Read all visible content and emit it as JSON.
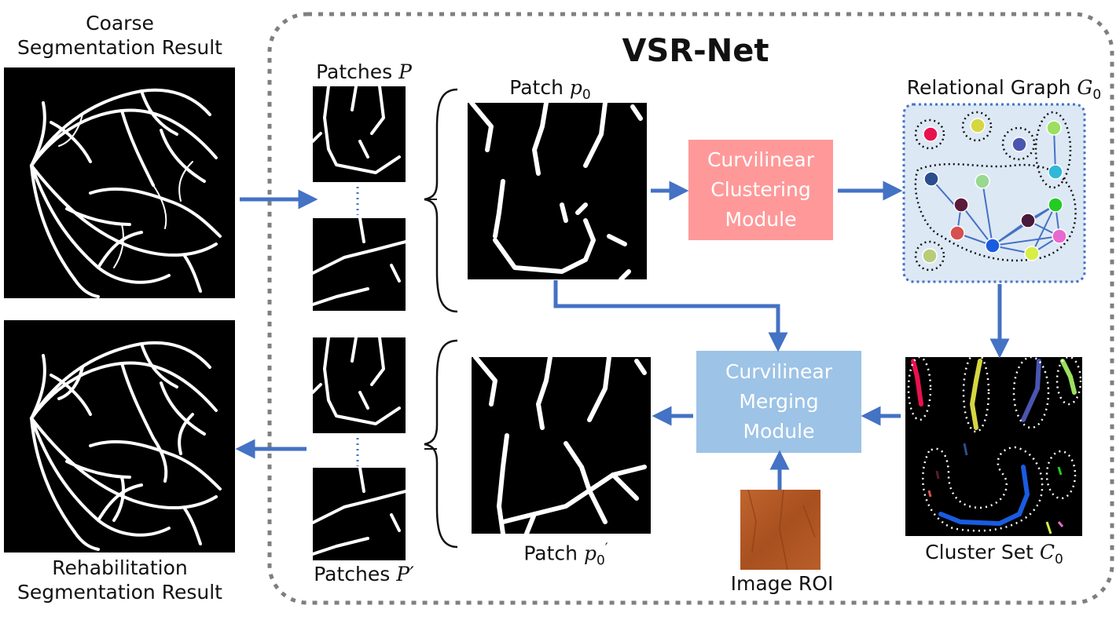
{
  "title": "VSR-Net",
  "coarse_label": {
    "line1": "Coarse",
    "line2": "Segmentation Result"
  },
  "rehab_label": {
    "line1": "Rehabilitation",
    "line2": "Segmentation Result"
  },
  "patches_top": {
    "text": "Patches",
    "symbol": "P"
  },
  "patches_bottom": {
    "text": "Patches",
    "symbol": "P′"
  },
  "patch_p0": {
    "text": "Patch",
    "symbol": "p",
    "sub": "0"
  },
  "patch_p0_prime": {
    "text": "Patch",
    "symbol": "p",
    "sub": "0",
    "mark": "′"
  },
  "clustering_module": {
    "line1": "Curvilinear",
    "line2": "Clustering",
    "line3": "Module"
  },
  "merging_module": {
    "line1": "Curvilinear",
    "line2": "Merging",
    "line3": "Module"
  },
  "relational_graph": {
    "text": "Relational Graph",
    "symbol": "G",
    "sub": "0"
  },
  "cluster_set": {
    "text": "Cluster Set",
    "symbol": "C",
    "sub": "0"
  },
  "image_roi": "Image ROI",
  "colors": {
    "arrow": "#4472c4",
    "clustering_module": "#ff9999",
    "merging_module": "#9dc3e6",
    "graph_bg": "#dde8f5",
    "graph_border": "#4472c4"
  },
  "graph_nodes_colors": [
    "#e8114f",
    "#d6d640",
    "#4a55b0",
    "#9be060",
    "#2fb8d8",
    "#2b4e8e",
    "#98d890",
    "#5a1a3a",
    "#4a1a3a",
    "#22cc22",
    "#d65050",
    "#1a5ce0",
    "#d5ee48",
    "#e868d0",
    "#b8cc78"
  ]
}
